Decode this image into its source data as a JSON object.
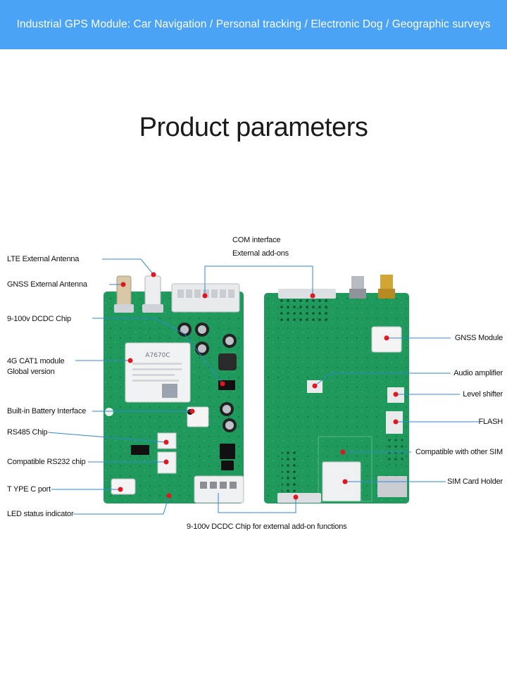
{
  "banner": {
    "text": "Industrial GPS Module: Car Navigation / Personal tracking / Electronic Dog / Geographic surveys"
  },
  "title": "Product parameters",
  "chip_mark": "A7670C",
  "labels": {
    "com_interface": "COM interface",
    "external_addons": "External add-ons",
    "lte_antenna": "LTE External Antenna",
    "gnss_antenna": "GNSS External Antenna",
    "dcdc_chip": "9-100v DCDC Chip",
    "cat1_module": "4G CAT1 module",
    "global_version": "Global version",
    "battery_interface": "Built-in Battery Interface",
    "rs485": "RS485 Chip",
    "rs232": "Compatible RS232 chip",
    "typec": "T YPE C port",
    "led": "LED status indicator",
    "dcdc_external": "9-100v DCDC Chip for external add-on functions",
    "gnss_module": "GNSS Module",
    "audio_amp": "Audio amplifier",
    "level_shifter": "Level shifter",
    "flash": "FLASH",
    "compatible_sim": "Compatible with other SIM",
    "sim_holder": "SIM Card Holder"
  },
  "colors": {
    "banner": "#4aa3f5",
    "pcb": "#1f9a5c",
    "marker": "#e3161d",
    "leader": "#2f86d4"
  }
}
